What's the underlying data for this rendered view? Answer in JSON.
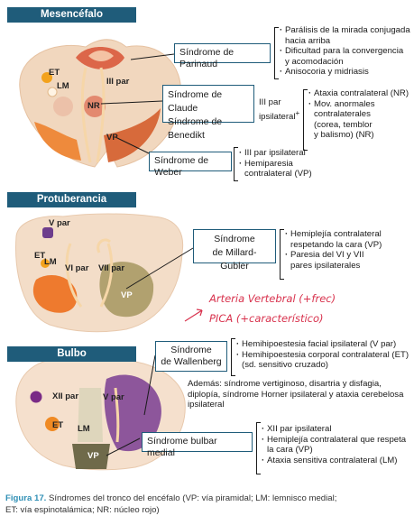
{
  "sections": {
    "mesencefalo": "Mesencéfalo",
    "protuberancia": "Protuberancia",
    "bulbo": "Bulbo"
  },
  "labels": {
    "et": "ET",
    "lm": "LM",
    "iii_par": "III par",
    "nr": "NR",
    "vp": "VP",
    "v_par": "V par",
    "vi_par": "VI par",
    "vii_par": "VII par",
    "xii_par": "XII par"
  },
  "parinaud": {
    "title": "Síndrome de Parinaud",
    "items": [
      "Parálisis de la mirada conjugada",
      "hacia arriba",
      "Dificultad para la convergencia",
      "y acomodación",
      "Anisocoria y midriasis"
    ]
  },
  "claude": {
    "title1": "Síndrome de Claude",
    "title2": "Síndrome de Benedikt",
    "iii_line1": "III par",
    "iii_line2": "ipsilateral",
    "iii_sup": "+",
    "items": [
      "Ataxia contralateral (NR)",
      "Mov. anormales",
      "contralaterales",
      "(corea, temblor",
      "y balismo) (NR)"
    ]
  },
  "weber": {
    "title": "Síndrome de Weber",
    "items": [
      "III par ipsilateral",
      "Hemiparesia",
      "contralateral (VP)"
    ]
  },
  "millard": {
    "title1": "Síndrome",
    "title2": "de Millard-Gubler",
    "items": [
      "Hemiplejía contralateral",
      "respetando la cara (VP)",
      "Paresia del VI y VII",
      "pares ipsilaterales"
    ]
  },
  "handwritten": {
    "line1": "Arteria Vertebral  (+frec)",
    "line2": "PICA  (+característico)"
  },
  "wallenberg": {
    "title1": "Síndrome",
    "title2": "de Wallenberg",
    "items": [
      "Hemihipoestesia facial ipsilateral (V par)",
      "Hemihipoestesia corporal contralateral (ET)",
      "(sd. sensitivo cruzado)"
    ],
    "ademas1": "Además: síndrome  vertiginoso, disartria y disfagia,",
    "ademas2": "diplopía, síndrome Horner ipsilateral y ataxia cerebelosa",
    "ademas3": "ipsilateral"
  },
  "bulbar": {
    "title": "Síndrome bulbar medial",
    "items": [
      "XII par ipsilateral",
      "Hemiplejía contralateral que respeta",
      "la cara (VP)",
      "Ataxia sensitiva contralateral (LM)"
    ]
  },
  "caption": {
    "figure": "Figura 17.",
    "text": " Síndromes del tronco del encéfalo (VP: vía piramidal; LM: lemnisco medial;",
    "text2": "ET: vía espinotalámica; NR: núcleo rojo)"
  }
}
